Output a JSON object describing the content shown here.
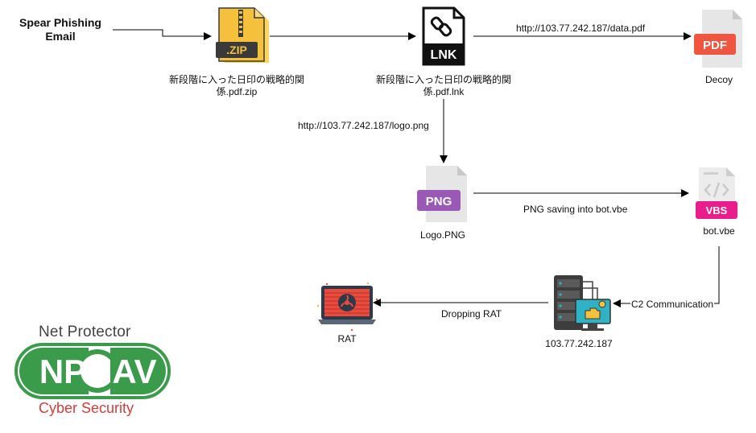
{
  "source": {
    "title": "Spear Phishing\nEmail"
  },
  "nodes": {
    "zip": {
      "badge": ".ZIP",
      "label": "新段階に入った日印の戦略的関\n係.pdf.zip"
    },
    "lnk": {
      "badge": "LNK",
      "label": "新段階に入った日印の戦略的関\n係.pdf.lnk"
    },
    "decoy": {
      "badge": "PDF",
      "label": "Decoy"
    },
    "png": {
      "badge": "PNG",
      "label": "Logo.PNG"
    },
    "vbs": {
      "badge": "VBS",
      "label": "bot.vbe"
    },
    "server": {
      "label": "103.77.242.187"
    },
    "rat": {
      "label": "RAT"
    }
  },
  "edges": {
    "lnk_to_decoy": "http://103.77.242.187/data.pdf",
    "lnk_to_png": "http://103.77.242.187/logo.png",
    "png_to_vbs": "PNG saving into bot.vbe",
    "vbs_to_server": "C2 Communication",
    "server_to_rat": "Dropping RAT"
  },
  "logo": {
    "top_text": "Net Protector",
    "mark_left": "NP",
    "mark_right": "AV",
    "bottom_text": "Cyber Security"
  },
  "colors": {
    "zip": "#f5c13d",
    "pdf": "#f0553f",
    "png": "#9b59b6",
    "vbs": "#e91e8c",
    "brand_green": "#3a9b4a",
    "brand_red": "#d93a3a",
    "rat_screen": "#e94b3c",
    "server_teal": "#2fb3c4"
  }
}
